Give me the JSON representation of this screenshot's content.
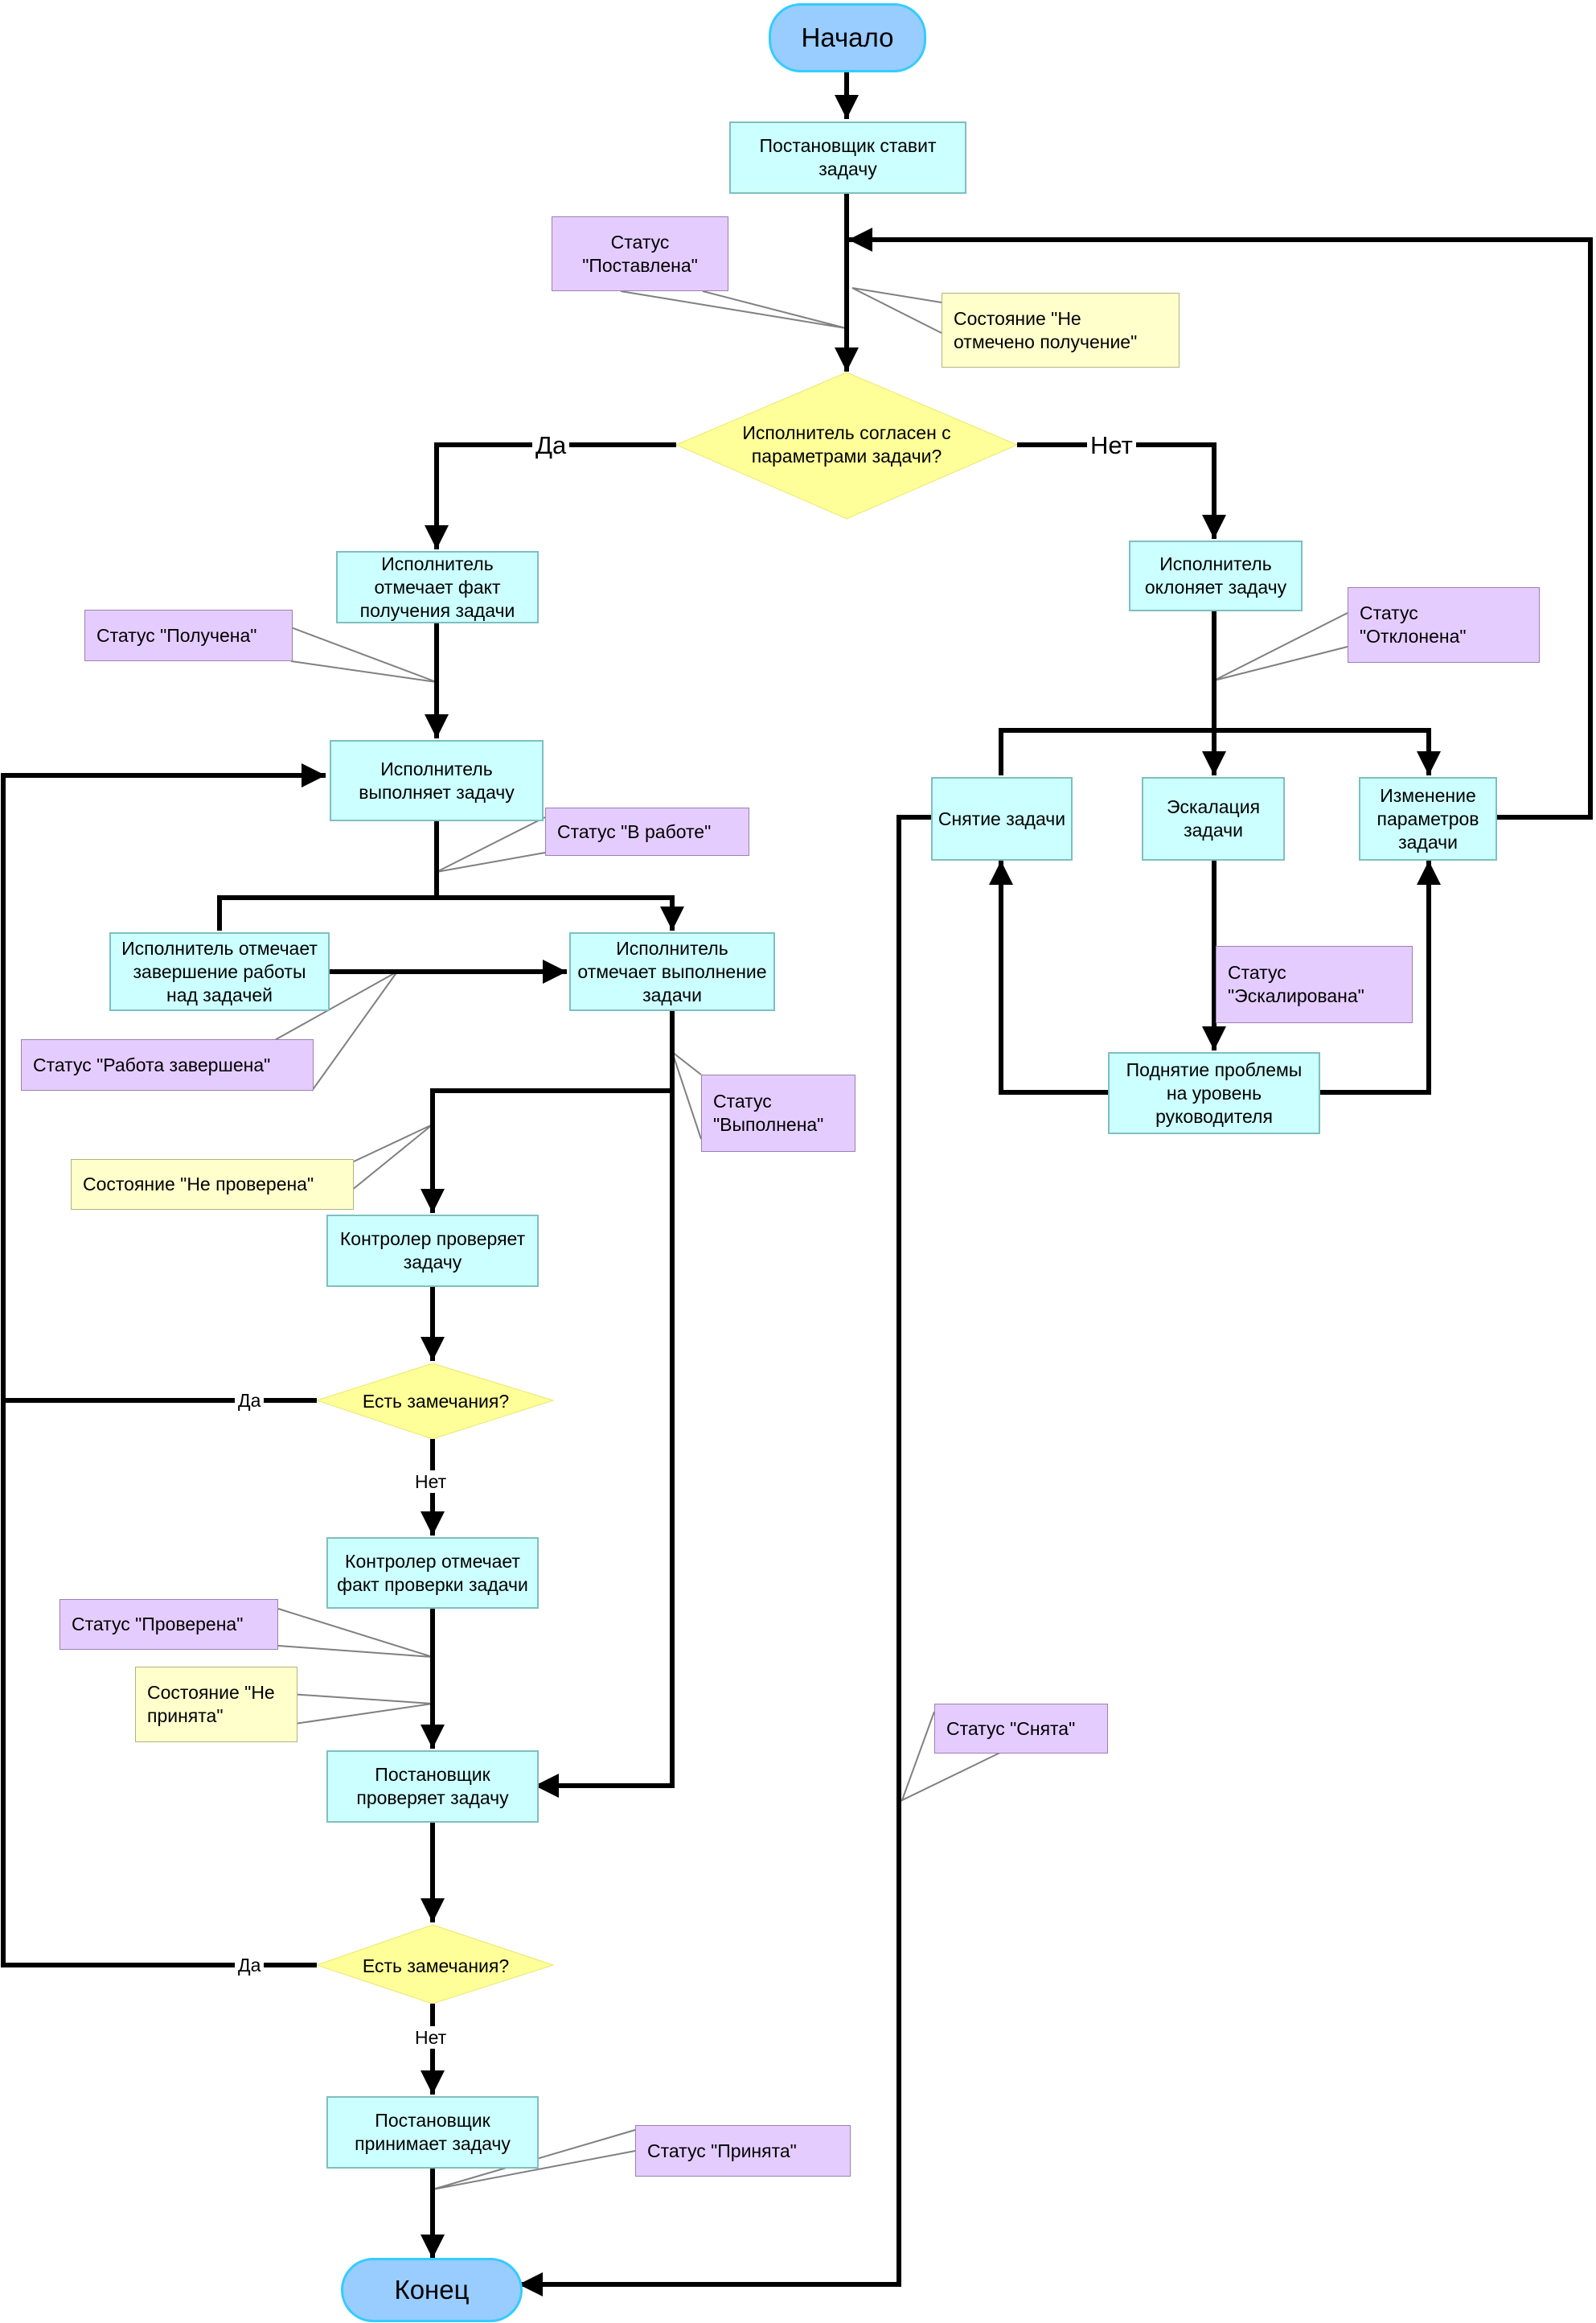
{
  "terminals": {
    "start": "Начало",
    "end": "Конец"
  },
  "processes": {
    "set_task": "Постановщик ставит задачу",
    "mark_received": "Исполнитель отмечает факт получения задачи",
    "decline": "Исполнитель оклоняет задачу",
    "execute": "Исполнитель выполняет задачу",
    "remove": "Снятие задачи",
    "escalation": "Эскалация задачи",
    "change_params": "Изменение параметров задачи",
    "work_done": "Исполнитель отмечает завершение работы над задачей",
    "mark_completed": "Исполнитель отмечает выполнение задачи",
    "raise_problem": "Поднятие проблемы на уровень руководителя",
    "controller_check": "Контролер проверяет задачу",
    "controller_mark": "Контролер отмечает факт проверки задачи",
    "setter_check": "Постановщик проверяет задачу",
    "accept": "Постановщик принимает задачу"
  },
  "decisions": {
    "agree": "Исполнитель согласен с параметрами задачи?",
    "remarks1": "Есть замечания?",
    "remarks2": "Есть замечания?"
  },
  "edge_labels": {
    "agree_yes": "Да",
    "agree_no": "Нет",
    "remarks1_yes": "Да",
    "remarks1_no": "Нет",
    "remarks2_yes": "Да",
    "remarks2_no": "Нет"
  },
  "notes": {
    "status_set": "Статус \"Поставлена\"",
    "state_not_received": "Состояние \"Не отмечено получение\"",
    "status_received": "Статус \"Получена\"",
    "status_declined": "Статус \"Отклонена\"",
    "status_in_work": "Статус \"В работе\"",
    "status_work_done": "Статус \"Работа завершена\"",
    "status_escalated": "Статус \"Эскалирована\"",
    "status_completed": "Статус \"Выполнена\"",
    "state_not_checked": "Состояние \"Не проверена\"",
    "status_checked": "Статус \"Проверена\"",
    "state_not_accepted": "Состояние \"Не принята\"",
    "status_removed": "Статус \"Снята\"",
    "status_accepted": "Статус \"Принята\""
  },
  "colors": {
    "process_fill": "#ccffff",
    "terminal_fill": "#99ccff",
    "decision_fill": "#ffff99",
    "status_note_fill": "#e5ccff",
    "state_note_fill": "#ffffcc",
    "line": "#000000"
  }
}
